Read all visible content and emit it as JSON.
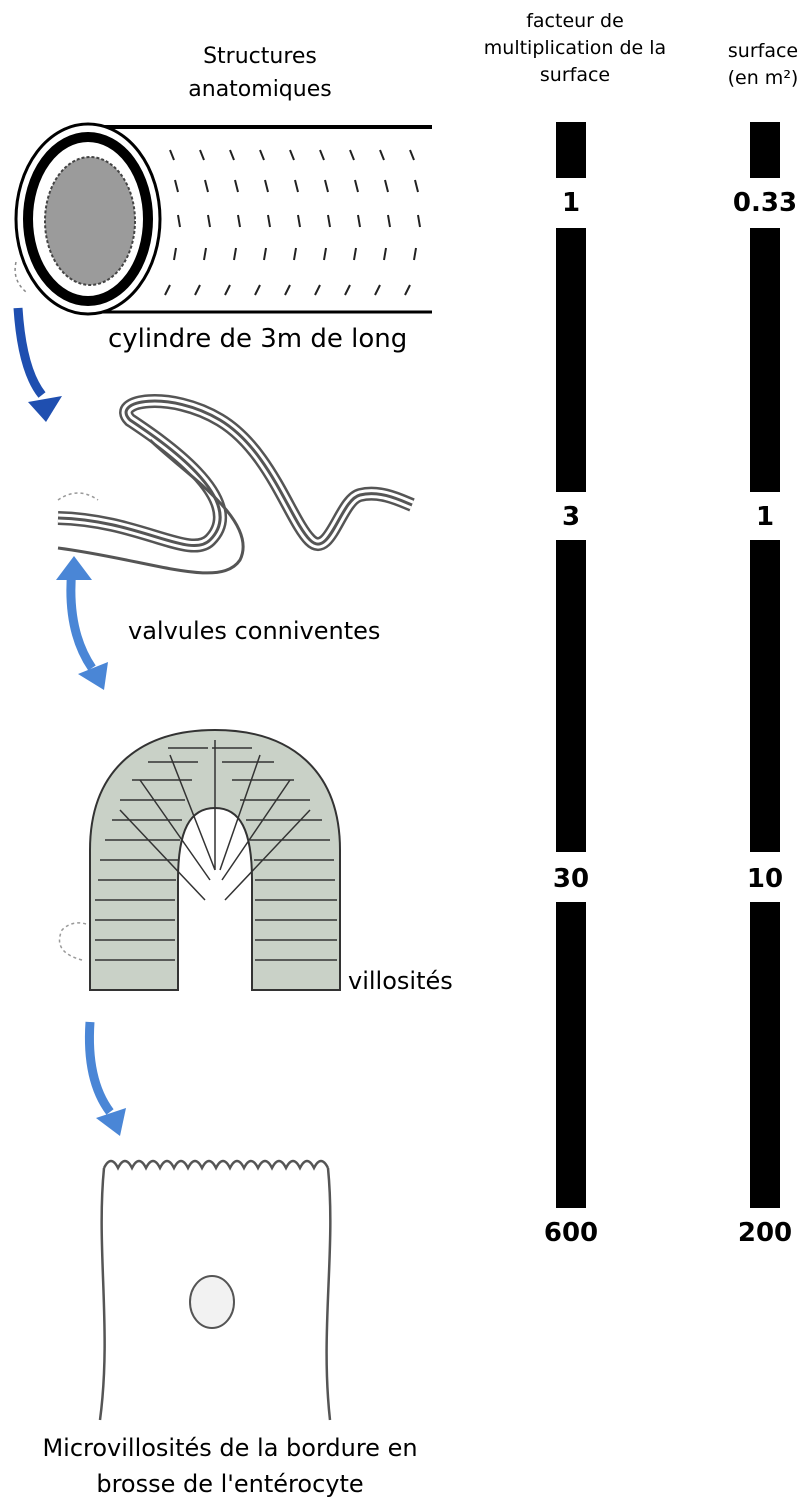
{
  "headers": {
    "structures": "Structures anatomiques",
    "factor": "facteur de multiplication de la surface",
    "surface": "surface (en m²)"
  },
  "labels": {
    "cylinder": "cylindre de 3m de long",
    "valvules": "valvules conniventes",
    "villi": "villosités",
    "microvilli": "Microvillosités de la bordure en brosse de l'entérocyte"
  },
  "factor_values": [
    "1",
    "3",
    "30",
    "600"
  ],
  "surface_values": [
    "0.33",
    "1",
    "10",
    "200"
  ],
  "colors": {
    "arrow_dark": "#1f4fb0",
    "arrow_light": "#4a86d6",
    "bar": "#000000",
    "nucleus": "#a9a9a9"
  }
}
